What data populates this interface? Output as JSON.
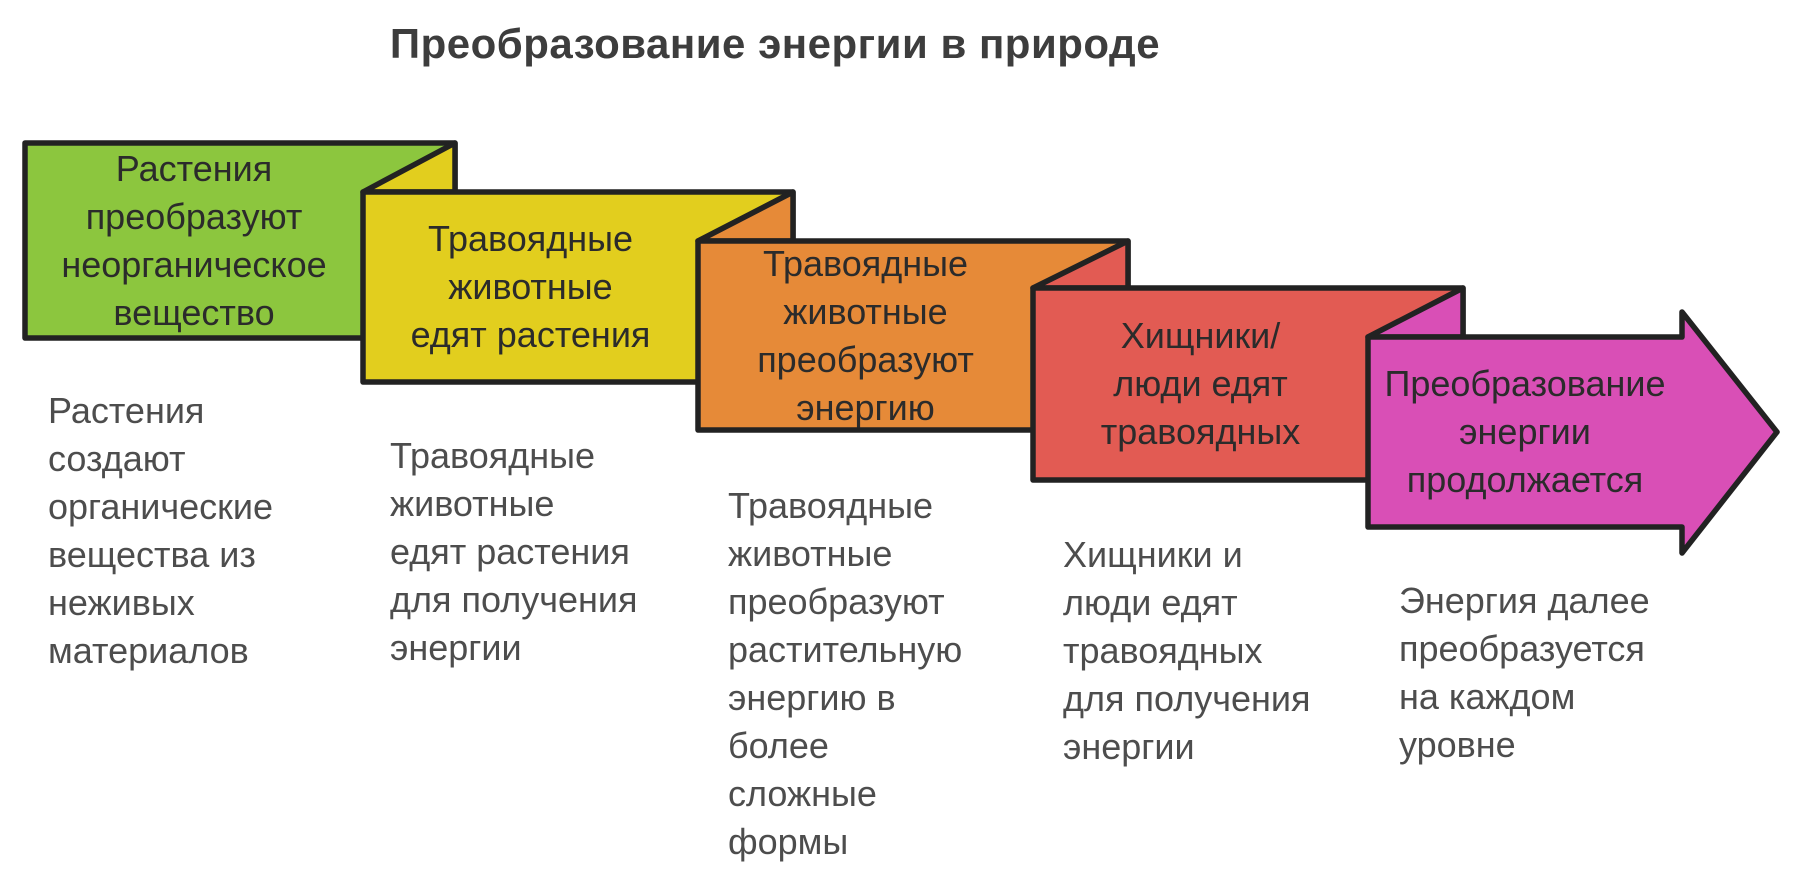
{
  "title": "Преобразование энергии в природе",
  "colors": {
    "background": "#ffffff",
    "outline": "#222222",
    "title_text": "#3d3d3d",
    "label_text": "#2b2b2b",
    "description_text": "#4d4d4d"
  },
  "stages": [
    {
      "id": "plants-transform-inorganic-matter",
      "color": "#8cc63e",
      "label_lines": [
        "Растения",
        "преобразуют",
        "неорганическое",
        "вещество"
      ],
      "description_lines": [
        "Растения",
        "создают",
        "органические",
        "вещества из",
        "неживых",
        "материалов"
      ]
    },
    {
      "id": "herbivores-eat-plants",
      "color": "#e2ce1e",
      "label_lines": [
        "Травоядные",
        "животные",
        "едят растения"
      ],
      "description_lines": [
        "Травоядные",
        "животные",
        "едят растения",
        "для получения",
        "энергии"
      ]
    },
    {
      "id": "herbivores-transform-energy",
      "color": "#e68a38",
      "label_lines": [
        "Травоядные",
        "животные",
        "преобразуют",
        "энергию"
      ],
      "description_lines": [
        "Травоядные",
        "животные",
        "преобразуют",
        "растительную",
        "энергию в",
        "более",
        "сложные",
        "формы"
      ]
    },
    {
      "id": "predators-eat-herbivores",
      "color": "#e25b53",
      "label_lines": [
        "Хищники/",
        "люди едят",
        "травоядных"
      ],
      "description_lines": [
        "Хищники и",
        "люди едят",
        "травоядных",
        "для получения",
        "энергии"
      ]
    },
    {
      "id": "energy-transformation-continues",
      "color": "#d94fb6",
      "label_lines": [
        "Преобразование",
        "энергии",
        "продолжается"
      ],
      "description_lines": [
        "Энергия далее",
        "преобразуется",
        "на каждом",
        "уровне"
      ]
    }
  ]
}
